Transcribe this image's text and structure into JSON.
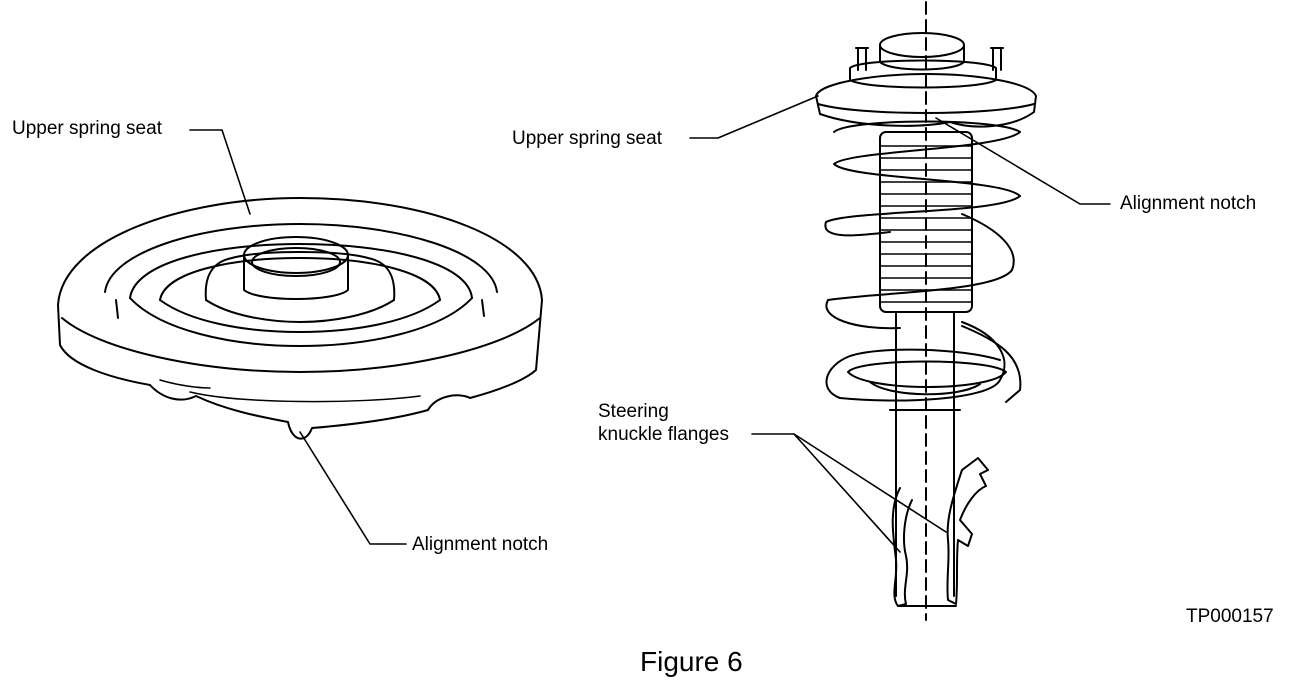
{
  "left_figure": {
    "label_seat": "Upper spring seat",
    "label_notch": "Alignment notch"
  },
  "right_figure": {
    "label_seat": "Upper spring seat",
    "label_notch": "Alignment notch",
    "label_flanges_line1": "Steering",
    "label_flanges_line2": "knuckle flanges"
  },
  "figure_code": "TP000157",
  "caption": "Figure 6"
}
